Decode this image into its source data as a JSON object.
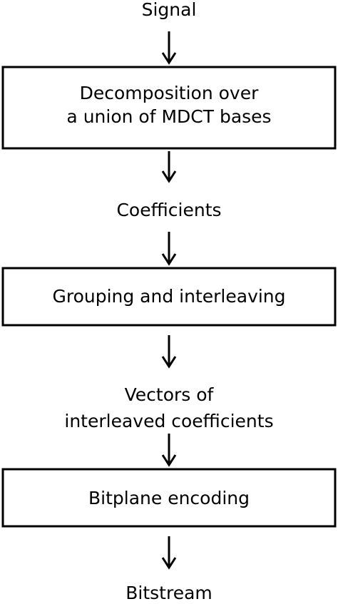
{
  "colors": {
    "stroke": "#000000",
    "background": "#ffffff",
    "text": "#000000"
  },
  "labels": {
    "signal": "Signal",
    "coefficients": "Coefficients",
    "vectors_line1": "Vectors of",
    "vectors_line2": "interleaved coefficients",
    "bitstream": "Bitstream"
  },
  "boxes": {
    "decomposition_line1": "Decomposition over",
    "decomposition_line2": "a union of MDCT bases",
    "grouping": "Grouping and interleaving",
    "bitplane": "Bitplane encoding"
  }
}
